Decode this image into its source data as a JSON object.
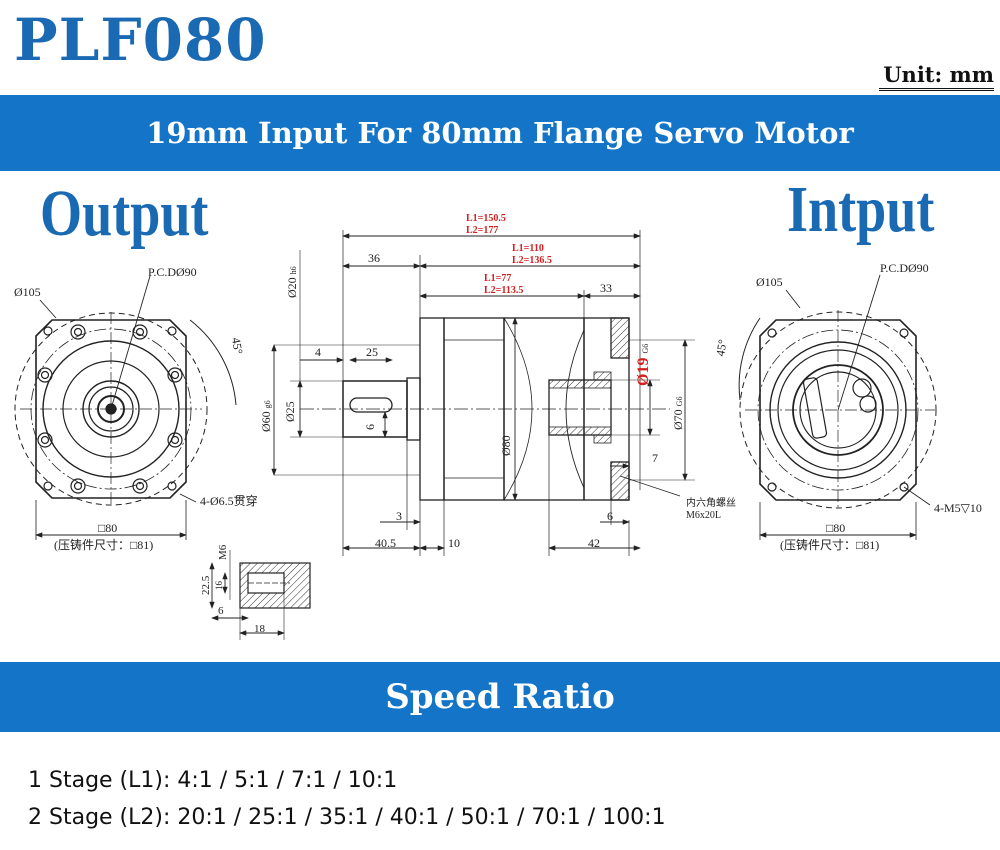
{
  "header": {
    "title": "PLF080",
    "unit": "Unit: mm"
  },
  "banner": {
    "subtitle": "19mm Input For 80mm Flange Servo Motor"
  },
  "views": {
    "output_label": "Output",
    "input_label": "Intput"
  },
  "output_view": {
    "phi105": "Ø105",
    "pcd": "P.C.DØ90",
    "angle": "45°",
    "holes": "4-Ø6.5贯穿",
    "square": "□80",
    "casting": "(压铸件尺寸：□81)"
  },
  "input_view": {
    "phi105": "Ø105",
    "pcd": "P.C.DØ90",
    "angle": "45°",
    "holes": "4-M5▽10",
    "square": "□80",
    "casting": "(压铸件尺寸：□81)"
  },
  "side_view": {
    "l1_total": "L1=150.5",
    "l2_total": "L2=177",
    "l1_mid": "L1=110",
    "l2_mid": "L2=136.5",
    "l1_body": "L1=77",
    "l2_body": "L2=113.5",
    "d36": "36",
    "d33": "33",
    "d4": "4",
    "d25_key": "25",
    "phi20": "Ø20",
    "phi20_tol": "h6",
    "phi60": "Ø60",
    "phi60_tol": "g6",
    "phi25": "Ø25",
    "d6_key": "6",
    "phi80": "Ø80",
    "phi19": "Ø19",
    "phi19_tol": "G6",
    "phi70": "Ø70",
    "phi70_tol": "G6",
    "d7": "7",
    "screw": "内六角螺丝",
    "screw_spec": "M6x20L",
    "d3": "3",
    "d6": "6",
    "d40_5": "40.5",
    "d10": "10",
    "d42": "42"
  },
  "detail_view": {
    "m6": "M6",
    "d22_5": "22.5",
    "d16": "16",
    "d6": "6",
    "d18": "18"
  },
  "speed": {
    "title": "Speed Ratio",
    "stage1": "1 Stage (L1): 4:1 / 5:1 / 7:1 / 10:1",
    "stage2": "2 Stage (L2): 20:1 / 25:1 / 35:1 / 40:1 / 50:1 / 70:1 / 100:1"
  },
  "colors": {
    "brand_blue": "#1475c8",
    "title_blue": "#1a69b3",
    "red_dim": "#d42020",
    "line": "#222222"
  }
}
